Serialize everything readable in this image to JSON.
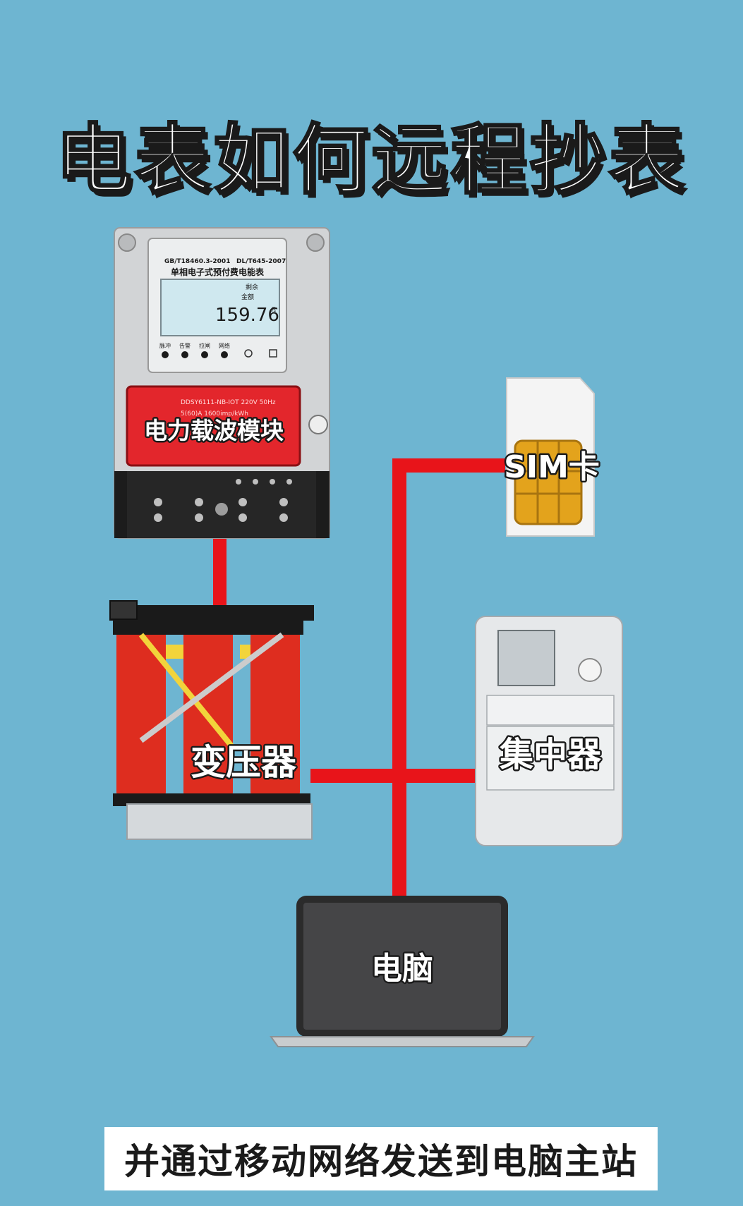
{
  "title": "电表如何远程抄表",
  "meter": {
    "standard_left": "GB/T18460.3-2001",
    "standard_right": "DL/T645-2007",
    "name": "单相电子式预付费电能表",
    "lcd_label1": "剩余",
    "lcd_label2": "金额",
    "reading": "159.76",
    "reading_unit": "元",
    "indicators": [
      "脉冲",
      "告警",
      "拉闸",
      "网络"
    ],
    "model_line": "DDSY6111-NB-IOT  220V  50Hz",
    "spec_line": "5(60)A  1600imp/kWh"
  },
  "nodes": {
    "module": "电力载波模块",
    "sim": "SIM卡",
    "transformer": "变压器",
    "concentrator": "集中器",
    "computer": "电脑"
  },
  "footer": "并通过移动网络发送到电脑主站",
  "colors": {
    "background": "#6eb5d1",
    "wire": "#e8141a",
    "module": "#e3262c"
  }
}
